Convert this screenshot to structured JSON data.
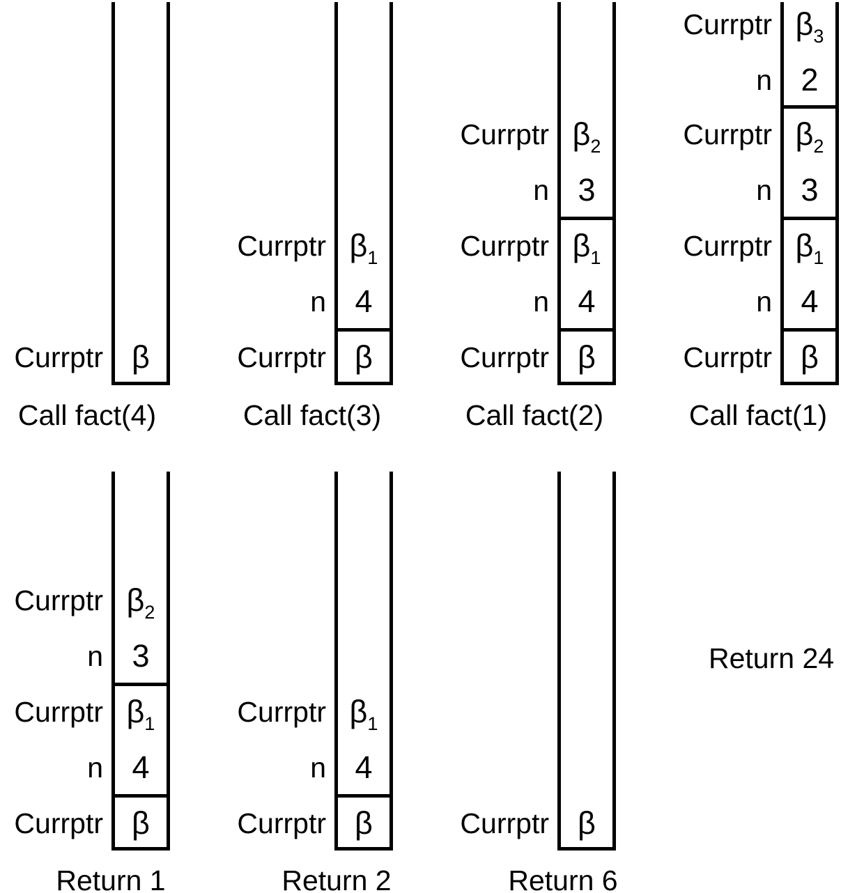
{
  "figure": {
    "background": "#ffffff",
    "ink": "#000000",
    "return_note": "Return 24"
  },
  "stacks": [
    {
      "caption": "Call fact(4)",
      "cells": [
        {
          "label": "Currptr",
          "base": "β",
          "sub": ""
        }
      ]
    },
    {
      "caption": "Call fact(3)",
      "cells": [
        {
          "label": "Currptr",
          "base": "β",
          "sub": "1"
        },
        {
          "label": "n",
          "base": "4",
          "sub": ""
        },
        {
          "label": "Currptr",
          "base": "β",
          "sub": ""
        }
      ]
    },
    {
      "caption": "Call fact(2)",
      "cells": [
        {
          "label": "Currptr",
          "base": "β",
          "sub": "2"
        },
        {
          "label": "n",
          "base": "3",
          "sub": ""
        },
        {
          "label": "Currptr",
          "base": "β",
          "sub": "1"
        },
        {
          "label": "n",
          "base": "4",
          "sub": ""
        },
        {
          "label": "Currptr",
          "base": "β",
          "sub": ""
        }
      ]
    },
    {
      "caption": "Call fact(1)",
      "cells": [
        {
          "label": "Currptr",
          "base": "β",
          "sub": "3"
        },
        {
          "label": "n",
          "base": "2",
          "sub": ""
        },
        {
          "label": "Currptr",
          "base": "β",
          "sub": "2"
        },
        {
          "label": "n",
          "base": "3",
          "sub": ""
        },
        {
          "label": "Currptr",
          "base": "β",
          "sub": "1"
        },
        {
          "label": "n",
          "base": "4",
          "sub": ""
        },
        {
          "label": "Currptr",
          "base": "β",
          "sub": ""
        }
      ]
    },
    {
      "caption": "Return 1",
      "cells": [
        {
          "label": "Currptr",
          "base": "β",
          "sub": "2"
        },
        {
          "label": "n",
          "base": "3",
          "sub": ""
        },
        {
          "label": "Currptr",
          "base": "β",
          "sub": "1"
        },
        {
          "label": "n",
          "base": "4",
          "sub": ""
        },
        {
          "label": "Currptr",
          "base": "β",
          "sub": ""
        }
      ]
    },
    {
      "caption": "Return 2",
      "cells": [
        {
          "label": "Currptr",
          "base": "β",
          "sub": "1"
        },
        {
          "label": "n",
          "base": "4",
          "sub": ""
        },
        {
          "label": "Currptr",
          "base": "β",
          "sub": ""
        }
      ]
    },
    {
      "caption": "Return 6",
      "cells": [
        {
          "label": "Currptr",
          "base": "β",
          "sub": ""
        }
      ]
    }
  ]
}
